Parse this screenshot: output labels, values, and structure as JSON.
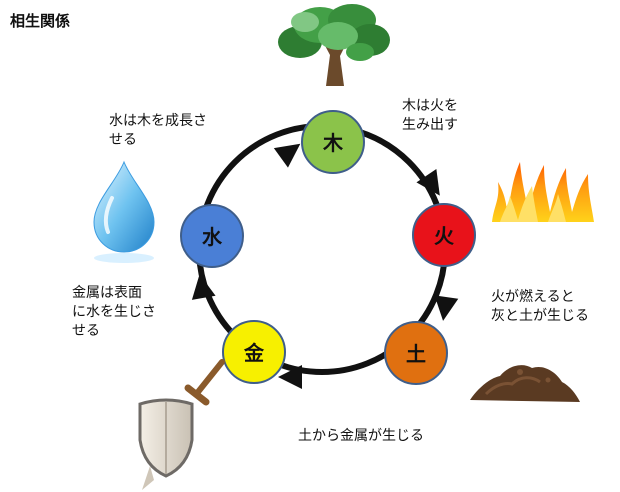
{
  "title": "相生関係",
  "nodes": {
    "wood": {
      "label": "木",
      "color": "#8bc34a"
    },
    "fire": {
      "label": "火",
      "color": "#e8121a"
    },
    "earth": {
      "label": "土",
      "color": "#e07010"
    },
    "metal": {
      "label": "金",
      "color": "#f7f000"
    },
    "water": {
      "label": "水",
      "color": "#4a7fd6"
    }
  },
  "captions": {
    "wood_fire": [
      "木は火を",
      "生み出す"
    ],
    "fire_earth": [
      "火が燃えると",
      "灰と土が生じる"
    ],
    "earth_metal": [
      "土から金属が生じる"
    ],
    "metal_water": [
      "金属は表面",
      "に水を生じさ",
      "せる"
    ],
    "water_wood": [
      "水は木を成長さ",
      "せる"
    ]
  },
  "icons": [
    "tree-icon",
    "fire-icon",
    "soil-icon",
    "sword-shield-icon",
    "water-drop-icon"
  ]
}
